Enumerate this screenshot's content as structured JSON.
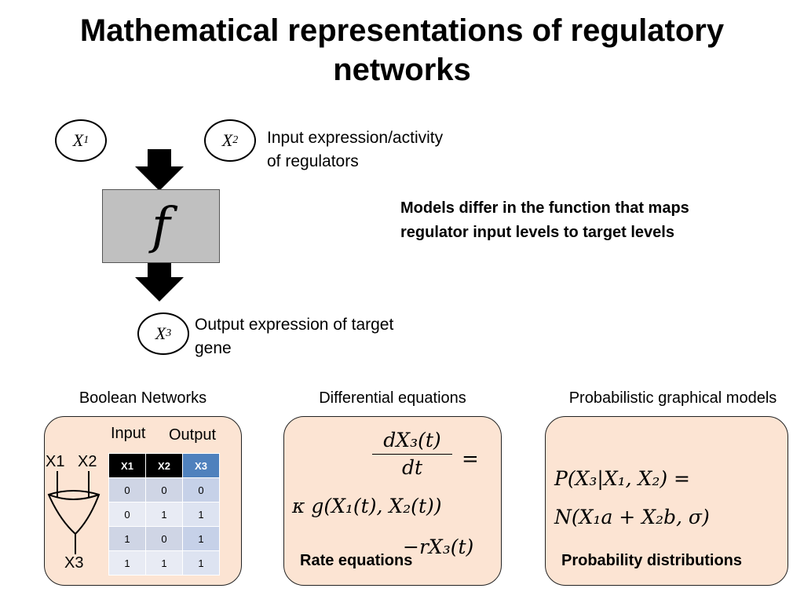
{
  "title": "Mathematical representations of regulatory networks",
  "diagram": {
    "x1_base": "X",
    "x1_sub": "1",
    "x2_base": "X",
    "x2_sub": "2",
    "x3_base": "X",
    "x3_sub": "3",
    "f_label": "f",
    "input_caption_line1": "Input expression/activity",
    "input_caption_line2": "of regulators",
    "output_caption_line1": "Output expression of target",
    "output_caption_line2": "gene",
    "note_line1": "Models differ in the function that maps",
    "note_line2": "regulator input levels to target levels"
  },
  "panels": {
    "boolean": {
      "label": "Boolean Networks",
      "input_label": "Input",
      "output_label": "Output",
      "gate_in1": "X1",
      "gate_in2": "X2",
      "gate_out": "X3",
      "table": {
        "headers": [
          "X1",
          "X2",
          "X3"
        ],
        "rows": [
          [
            "0",
            "0",
            "0"
          ],
          [
            "0",
            "1",
            "1"
          ],
          [
            "1",
            "0",
            "1"
          ],
          [
            "1",
            "1",
            "1"
          ]
        ]
      }
    },
    "differential": {
      "label": "Differential equations",
      "eq_line1_num": "dX₃(t)",
      "eq_line1_den": "dt",
      "eq_line1_eq": "=",
      "eq_line2": "κ g(X₁(t), X₂(t))",
      "eq_line3": "−rX₃(t)",
      "footer": "Rate equations"
    },
    "probabilistic": {
      "label": "Probabilistic graphical models",
      "eq_line1": "P(X₃|X₁, X₂) =",
      "eq_line2": "N(X₁a + X₂b, σ)",
      "footer": "Probability distributions"
    }
  },
  "colors": {
    "panel_bg": "#fce4d3",
    "table_header_dark": "#000000",
    "table_header_accent": "#4f81bd",
    "table_row_a": "#cfd5e5",
    "table_row_b": "#e8ebf4",
    "table_accent_a": "#c6d1e8",
    "table_accent_b": "#dde3f1"
  }
}
